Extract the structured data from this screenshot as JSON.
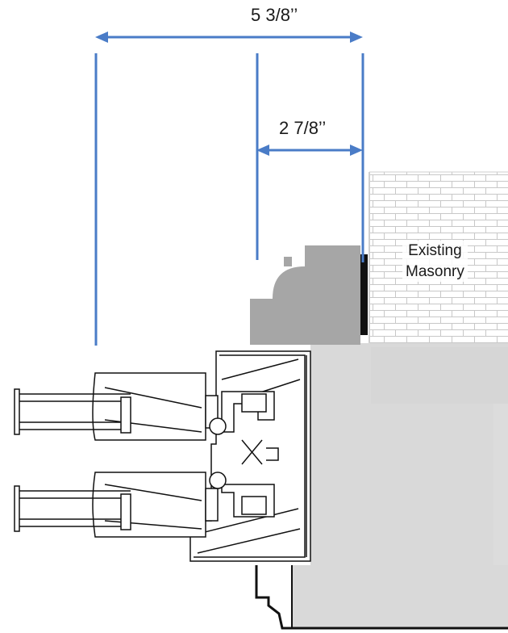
{
  "dimensions": {
    "overall": "5 3/8’’",
    "inner": "2 7/8’’"
  },
  "labels": {
    "masonry_line1": "Existing",
    "masonry_line2": "Masonry"
  },
  "colors": {
    "dimension_line": "#4a7cc7",
    "trim": "#a6a6a6",
    "wall": "#d9d9d9",
    "brick_mortar": "#c8c8c8",
    "outline": "#111111"
  }
}
